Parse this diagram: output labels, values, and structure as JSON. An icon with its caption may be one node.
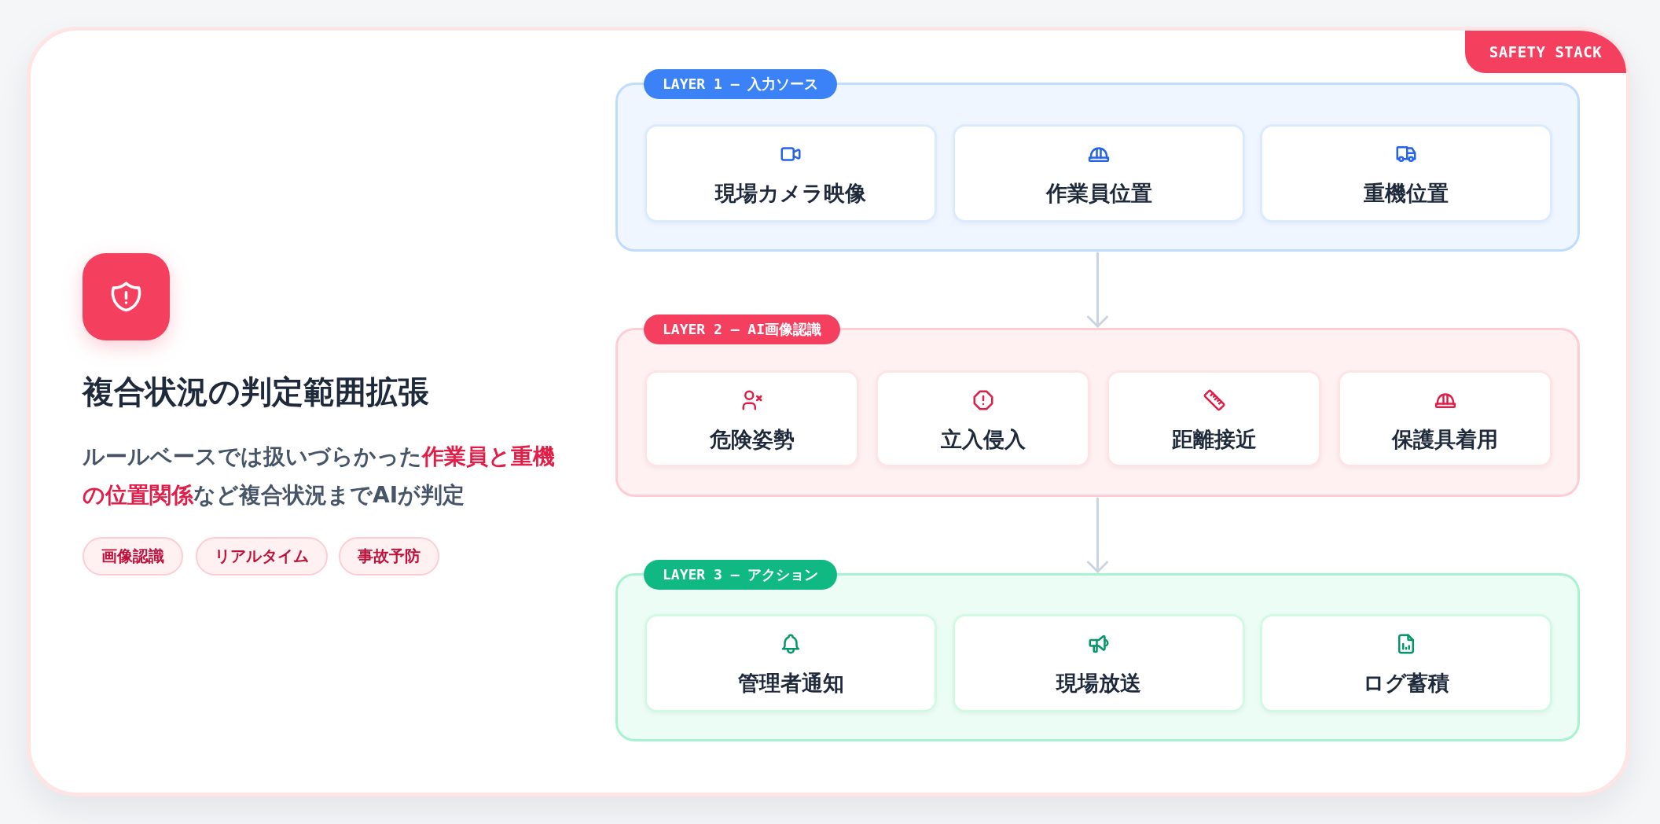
{
  "diagram": {
    "title": "複合状況の判定範囲拡張",
    "nodes": [
      {
        "text": [
          "画像認識"
        ]
      },
      {
        "text": [
          "リアルタイム"
        ]
      },
      {
        "text": [
          "事故予防"
        ]
      },
      {
        "text": [
          "SAFETY STACK"
        ]
      },
      {
        "text": [
          "LAYER 1 – 入力ソース"
        ]
      },
      {
        "text": [
          "現場カメラ映像"
        ],
        "in": 4
      },
      {
        "text": [
          "作業員位置"
        ],
        "in": 4
      },
      {
        "text": [
          "重機位置"
        ],
        "in": 4
      },
      {
        "text": [
          "LAYER 2 – AI画像認識"
        ]
      },
      {
        "text": [
          "危険姿勢"
        ],
        "in": 8
      },
      {
        "text": [
          "立入侵入"
        ],
        "in": 8
      },
      {
        "text": [
          "距離接近"
        ],
        "in": 8
      },
      {
        "text": [
          "保護具着用"
        ],
        "in": 8
      },
      {
        "text": [
          "LAYER 3 – アクション"
        ]
      },
      {
        "text": [
          "管理者通知"
        ],
        "in": 13
      },
      {
        "text": [
          "現場放送"
        ],
        "in": 13
      },
      {
        "text": [
          "ログ蓄積"
        ],
        "in": 13
      }
    ],
    "edges": [
      {
        "from": 4,
        "to": 8,
        "arrow": "to"
      },
      {
        "from": 8,
        "to": 13,
        "arrow": "to"
      }
    ],
    "labels": [
      "ルールベースでは扱いづらかった**作業員と重機の位置関係**など複合状況までAIが判定"
    ]
  }
}
